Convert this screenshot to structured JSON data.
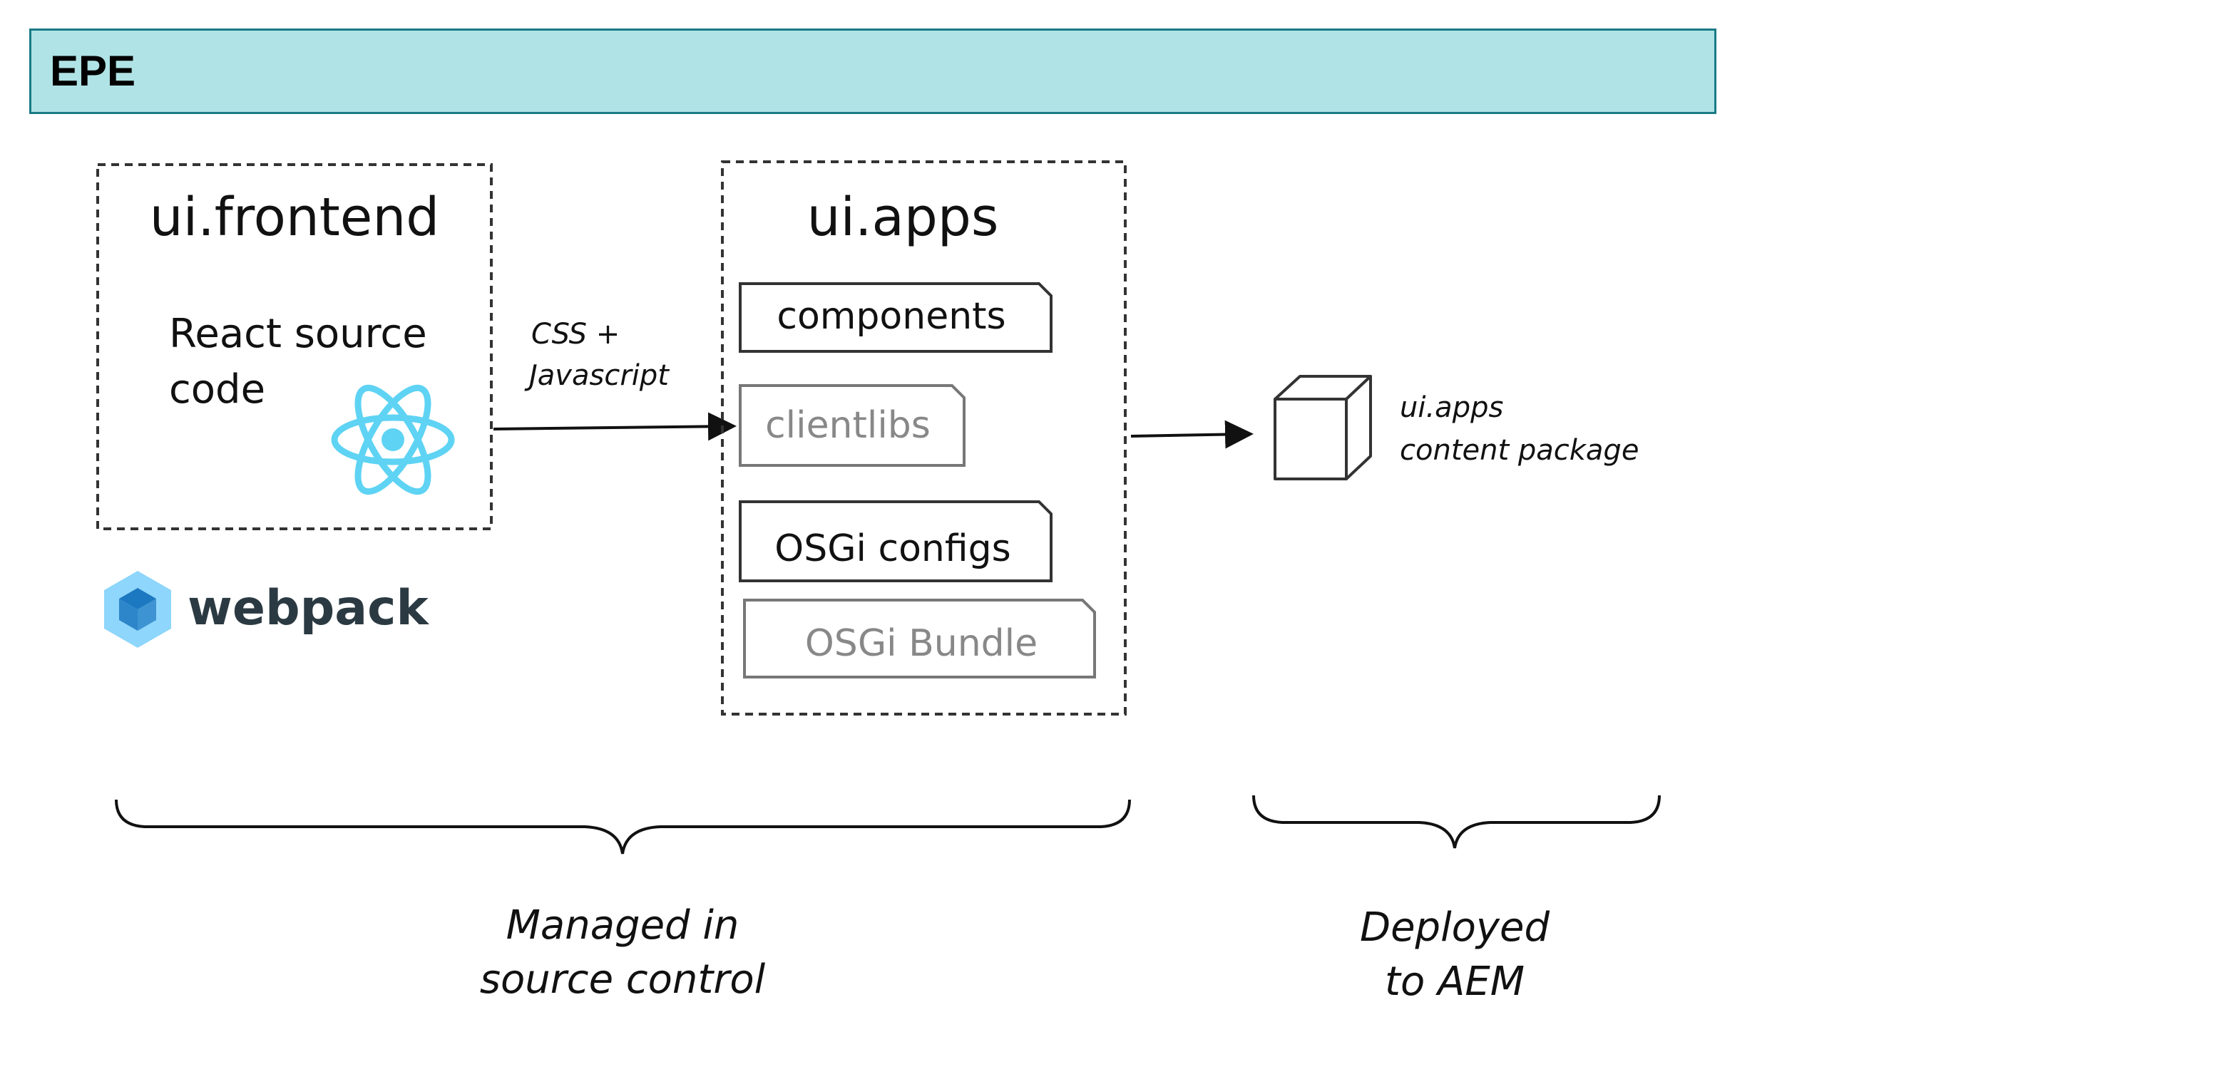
{
  "header": {
    "title": "EPE"
  },
  "frontend": {
    "title": "ui.frontend",
    "desc_line1": "React source",
    "desc_line2": "code",
    "react_icon": "react-logo-icon",
    "bundler_label": "webpack",
    "bundler_icon": "webpack-cube-icon"
  },
  "arrow1": {
    "line1": "CSS +",
    "line2": "Javascript"
  },
  "apps": {
    "title": "ui.apps",
    "items": [
      {
        "label": "components"
      },
      {
        "label": "clientlibs"
      },
      {
        "label": "OSGi configs"
      },
      {
        "label": "OSGi Bundle"
      }
    ]
  },
  "package": {
    "line1": "ui.apps",
    "line2": "content package",
    "icon": "package-cube-icon"
  },
  "brace_left": {
    "line1": "Managed in",
    "line2": "source control"
  },
  "brace_right": {
    "line1": "Deployed",
    "line2": "to AEM"
  },
  "colors": {
    "header_bg": "#b0e3e6",
    "header_border": "#1a7a85",
    "react": "#5ed3f3",
    "muted": "#888888"
  }
}
